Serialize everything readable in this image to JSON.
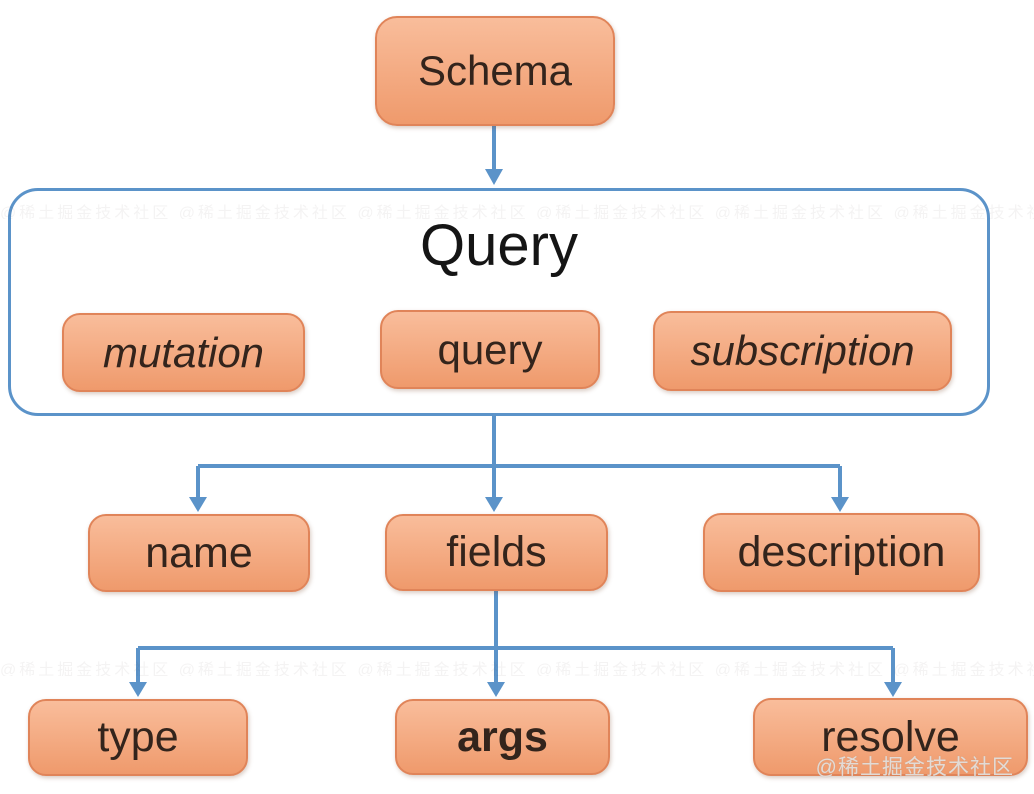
{
  "diagram": {
    "nodes": {
      "schema": "Schema",
      "group_title": "Query",
      "mutation": "mutation",
      "query": "query",
      "subscription": "subscription",
      "name": "name",
      "fields": "fields",
      "description": "description",
      "type": "type",
      "args": "args",
      "resolve": "resolve"
    },
    "colors": {
      "node_fill_top": "#f9bd9b",
      "node_fill_bottom": "#ef9a6c",
      "node_border": "#e08459",
      "connector_blue": "#5b93c9",
      "node_text": "#33241c",
      "title_text": "#151515"
    },
    "watermark": "@稀土掘金技术社区",
    "watermark_tile": "@稀土掘金技术社区 @稀土掘金技术社区 @稀土掘金技术社区 @稀土掘金技术社区 @稀土掘金技术社区 @稀土掘金技术社区 @稀土掘金技术社区 @稀土掘金技术社区"
  }
}
